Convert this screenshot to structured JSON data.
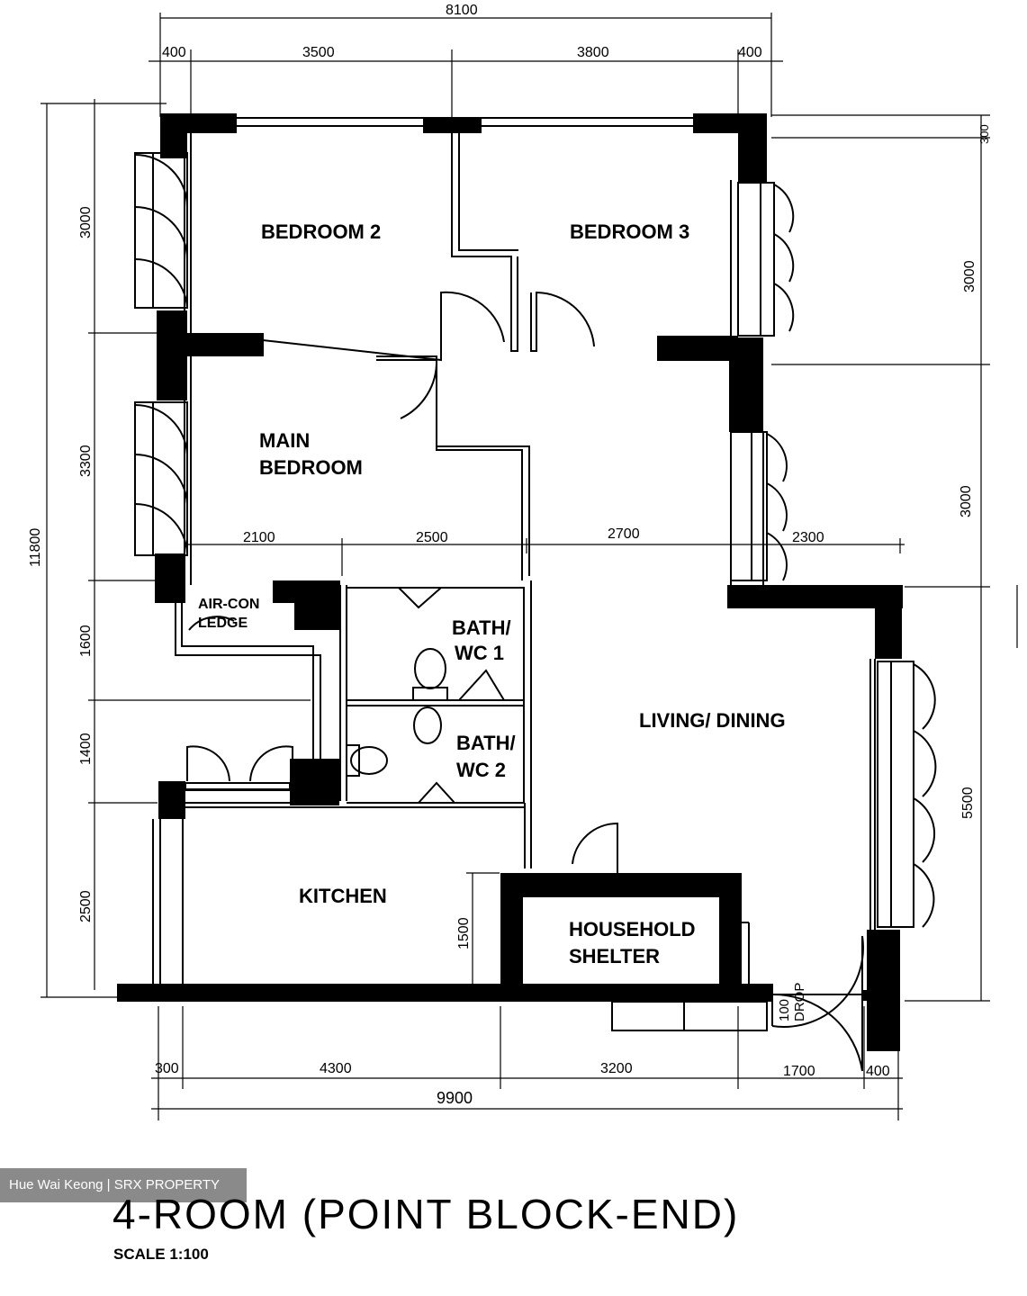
{
  "plan": {
    "title": "4-ROOM (POINT BLOCK-END)",
    "scale": "SCALE 1:100",
    "watermark": "Hue Wai Keong | SRX PROPERTY"
  },
  "rooms": {
    "bedroom2": "BEDROOM 2",
    "bedroom3": "BEDROOM 3",
    "main_bedroom_line1": "MAIN",
    "main_bedroom_line2": "BEDROOM",
    "aircon_line1": "AIR-CON",
    "aircon_line2": "LEDGE",
    "bath1_line1": "BATH/",
    "bath1_line2": "WC 1",
    "bath2_line1": "BATH/",
    "bath2_line2": "WC 2",
    "living_dining": "LIVING/ DINING",
    "kitchen": "KITCHEN",
    "shelter_line1": "HOUSEHOLD",
    "shelter_line2": "SHELTER",
    "drop_line1": "100",
    "drop_line2": "DROP"
  },
  "dimensions": {
    "top_total": "8100",
    "top_400a": "400",
    "top_3500": "3500",
    "top_3800": "3800",
    "top_400b": "400",
    "left_total": "11800",
    "left_3000": "3000",
    "left_3300": "3300",
    "left_1600": "1600",
    "left_1400": "1400",
    "left_2500": "2500",
    "right_300": "300",
    "right_3000a": "3000",
    "right_3000b": "3000",
    "right_5500": "5500",
    "mid_2100": "2100",
    "mid_2500": "2500",
    "mid_2700": "2700",
    "mid_2300": "2300",
    "mid_1500": "1500",
    "bottom_300": "300",
    "bottom_4300": "4300",
    "bottom_3200": "3200",
    "bottom_1700": "1700",
    "bottom_400": "400",
    "bottom_total": "9900"
  }
}
